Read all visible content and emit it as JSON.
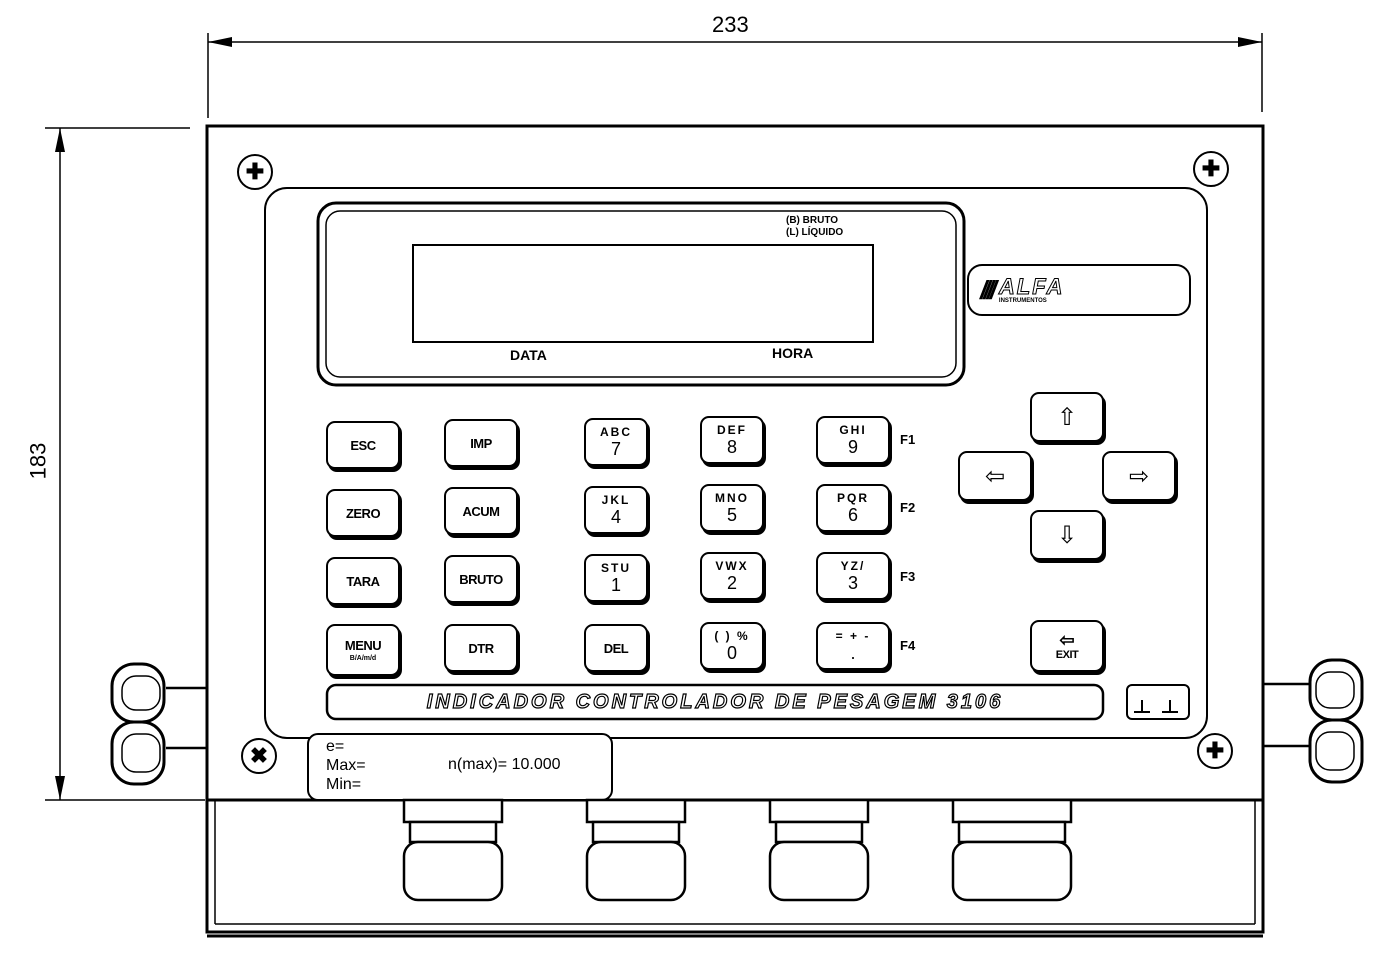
{
  "dimensions": {
    "width": "233",
    "height": "183"
  },
  "display": {
    "mode_gross": "(B) BRUTO",
    "mode_net": "(L) LÍQUIDO",
    "date_label": "DATA",
    "time_label": "HORA"
  },
  "brand": {
    "name": "ALFA",
    "subtitle": "INSTRUMENTOS"
  },
  "keys": {
    "esc": "ESC",
    "imp": "IMP",
    "zero": "ZERO",
    "acum": "ACUM",
    "tara": "TARA",
    "bruto": "BRUTO",
    "menu": "MENU",
    "menu_sub": "B/A/m/d",
    "dtr": "DTR",
    "k7_letters": "ABC",
    "k7": "7",
    "k8_letters": "DEF",
    "k8": "8",
    "k9_letters": "GHI",
    "k9": "9",
    "k4_letters": "JKL",
    "k4": "4",
    "k5_letters": "MNO",
    "k5": "5",
    "k6_letters": "PQR",
    "k6": "6",
    "k1_letters": "STU",
    "k1": "1",
    "k2_letters": "VWX",
    "k2": "2",
    "k3_letters": "YZ/",
    "k3": "3",
    "del": "DEL",
    "k0_letters": "( ) %",
    "k0": "0",
    "kdot_letters": "= + -",
    "kdot": ".",
    "f1": "F1",
    "f2": "F2",
    "f3": "F3",
    "f4": "F4",
    "up": "⇧",
    "down": "⇩",
    "left": "⇦",
    "right": "⇨",
    "exit_arrow": "⇦",
    "exit_label": "EXIT"
  },
  "nameplate": "INDICADOR CONTROLADOR DE PESAGEM 3106",
  "ratings": {
    "e": "e=",
    "max": "Max=",
    "min": "Min=",
    "n_max": "n(max)= 10.000"
  }
}
